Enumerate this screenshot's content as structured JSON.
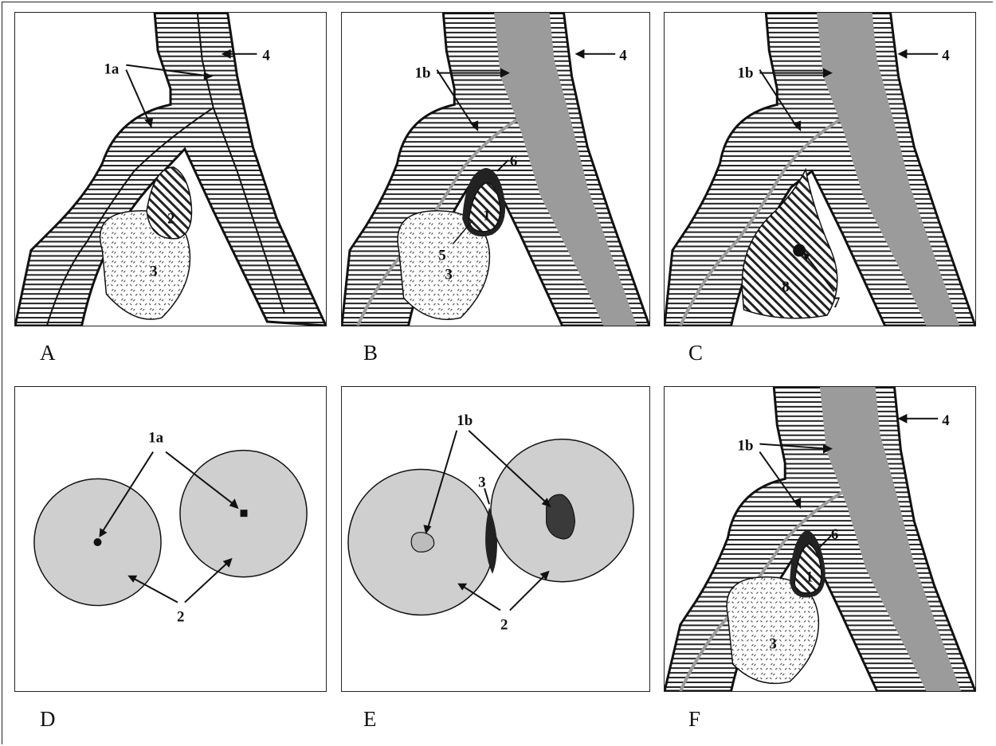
{
  "colors": {
    "outline": "#111111",
    "gray_band": "#9b9b9b",
    "light_gray": "#cfcfcf",
    "dark_mass": "#3a3a3a",
    "dotted_fill": "#ffffff"
  },
  "panels": {
    "a": {
      "caption": "A",
      "labels": {
        "1a": "1a",
        "2": "2",
        "3": "3",
        "4": "4"
      }
    },
    "b": {
      "caption": "B",
      "labels": {
        "1b": "1b",
        "1": "1",
        "3": "3",
        "4": "4",
        "5": "5",
        "6": "6"
      }
    },
    "c": {
      "caption": "C",
      "labels": {
        "1b": "1b",
        "4": "4",
        "7": "7",
        "8": "8"
      }
    },
    "d": {
      "caption": "D",
      "labels": {
        "1a": "1a",
        "2": "2"
      }
    },
    "e": {
      "caption": "E",
      "labels": {
        "1b": "1b",
        "2": "2",
        "3": "3"
      }
    },
    "f": {
      "caption": "F",
      "labels": {
        "1b": "1b",
        "1": "1",
        "3": "3",
        "4": "4",
        "6": "6"
      }
    }
  }
}
